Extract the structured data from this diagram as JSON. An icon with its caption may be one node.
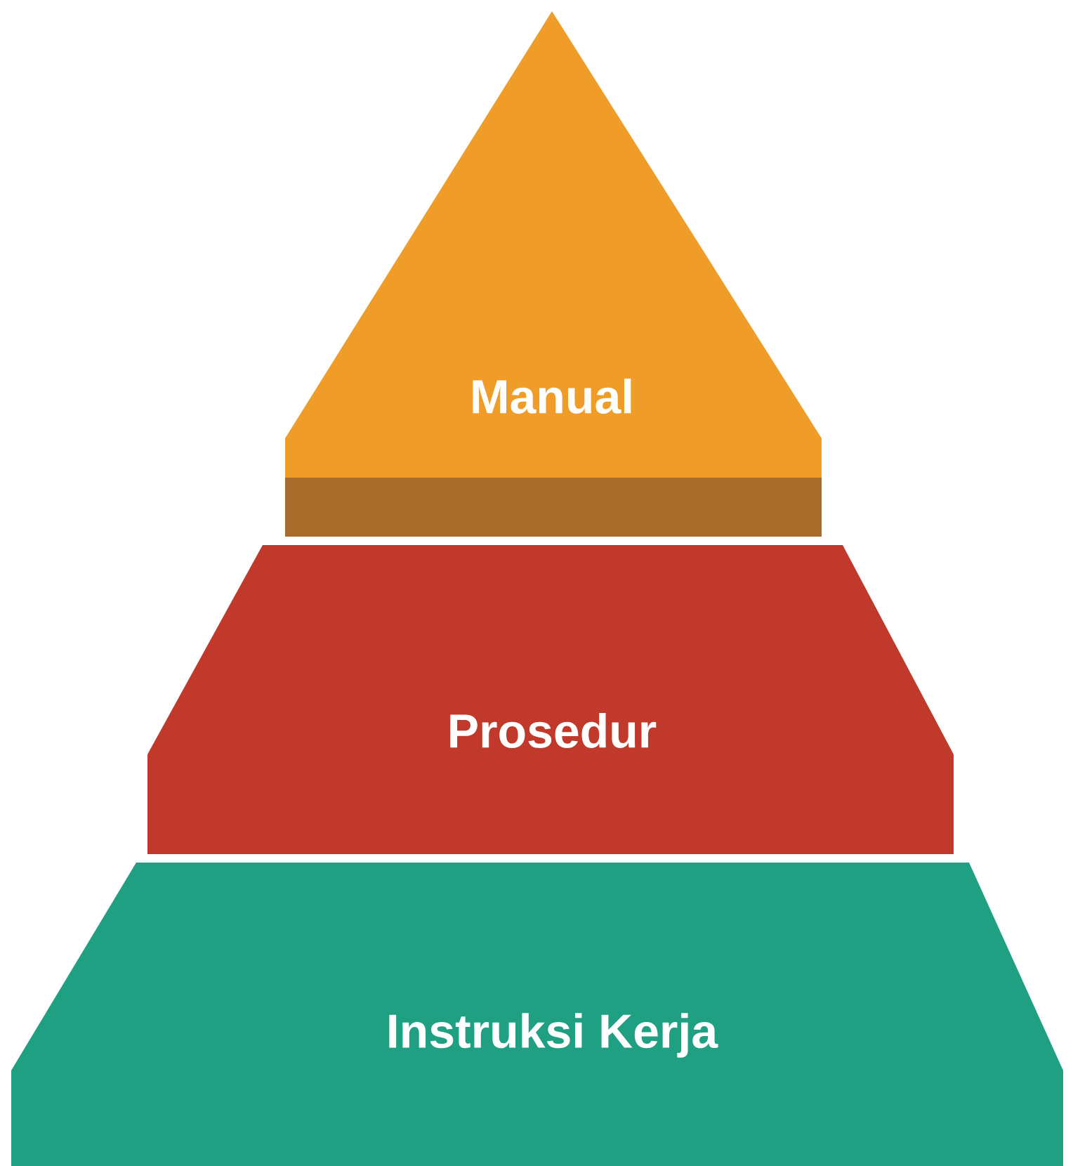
{
  "diagram": {
    "nodes": [
      {
        "text": [
          "Manual"
        ]
      },
      {
        "text": [
          "Prosedur"
        ]
      },
      {
        "text": [
          "Instruksi Kerja"
        ]
      }
    ]
  }
}
